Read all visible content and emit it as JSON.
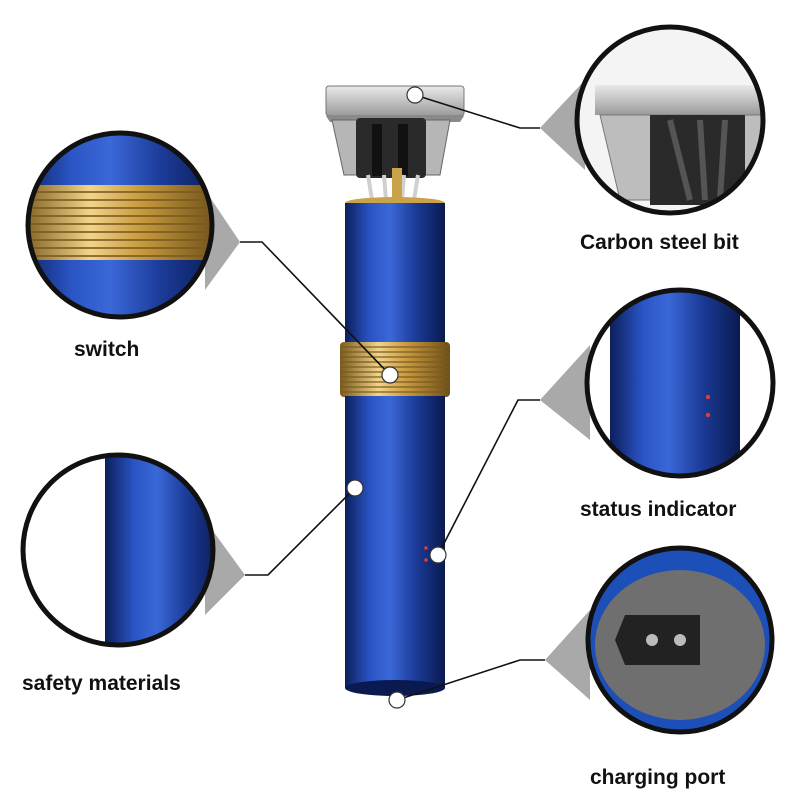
{
  "labels": {
    "switch": "switch",
    "safety_materials": "safety materials",
    "carbon_steel_bit": "Carbon steel bit",
    "status_indicator": "status indicator",
    "charging_port": "charging port"
  },
  "colors": {
    "body_blue": "#1d3f9c",
    "body_blue_dark": "#0f2466",
    "gold": "#c9a24a",
    "callout_gray": "#a9a9a9",
    "steel": "#c8c8c8"
  }
}
